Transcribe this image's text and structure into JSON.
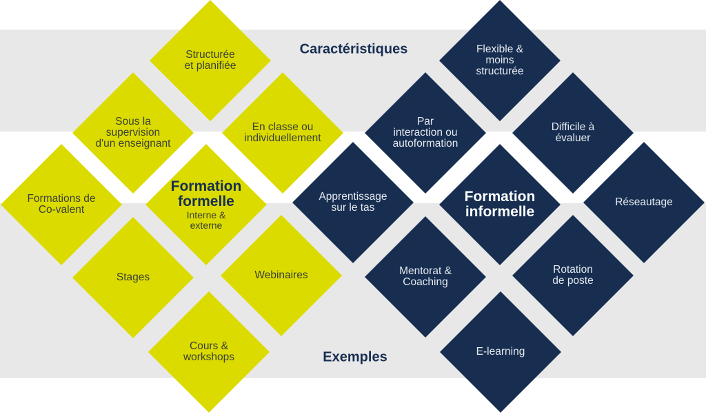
{
  "colors": {
    "yellow": "#dbdb00",
    "navy": "#172e51",
    "band_gray": "#e8e8e8",
    "background": "#ffffff"
  },
  "sections": {
    "top": "Caractéristiques",
    "bottom": "Exemples"
  },
  "formal": {
    "title": "Formation\nformelle",
    "subtitle": "Interne &\nexterne",
    "characteristics": [
      "Structurée\net planifiée",
      "Sous la\nsupervision\nd'un enseignant",
      "En classe ou\nindividuellement"
    ],
    "examples": [
      "Formations de\nCo-valent",
      "Stages",
      "Webinaires",
      "Cours &\nworkshops"
    ]
  },
  "informal": {
    "title": "Formation\ninformelle",
    "characteristics": [
      "Flexible &\nmoins\nstructurée",
      "Par\ninteraction ou\nautoformation",
      "Difficile à\névaluer"
    ],
    "examples": [
      "Apprentissage\nsur le tas",
      "Réseautage",
      "Mentorat &\nCoaching",
      "Rotation\nde poste",
      "E-learning"
    ]
  }
}
